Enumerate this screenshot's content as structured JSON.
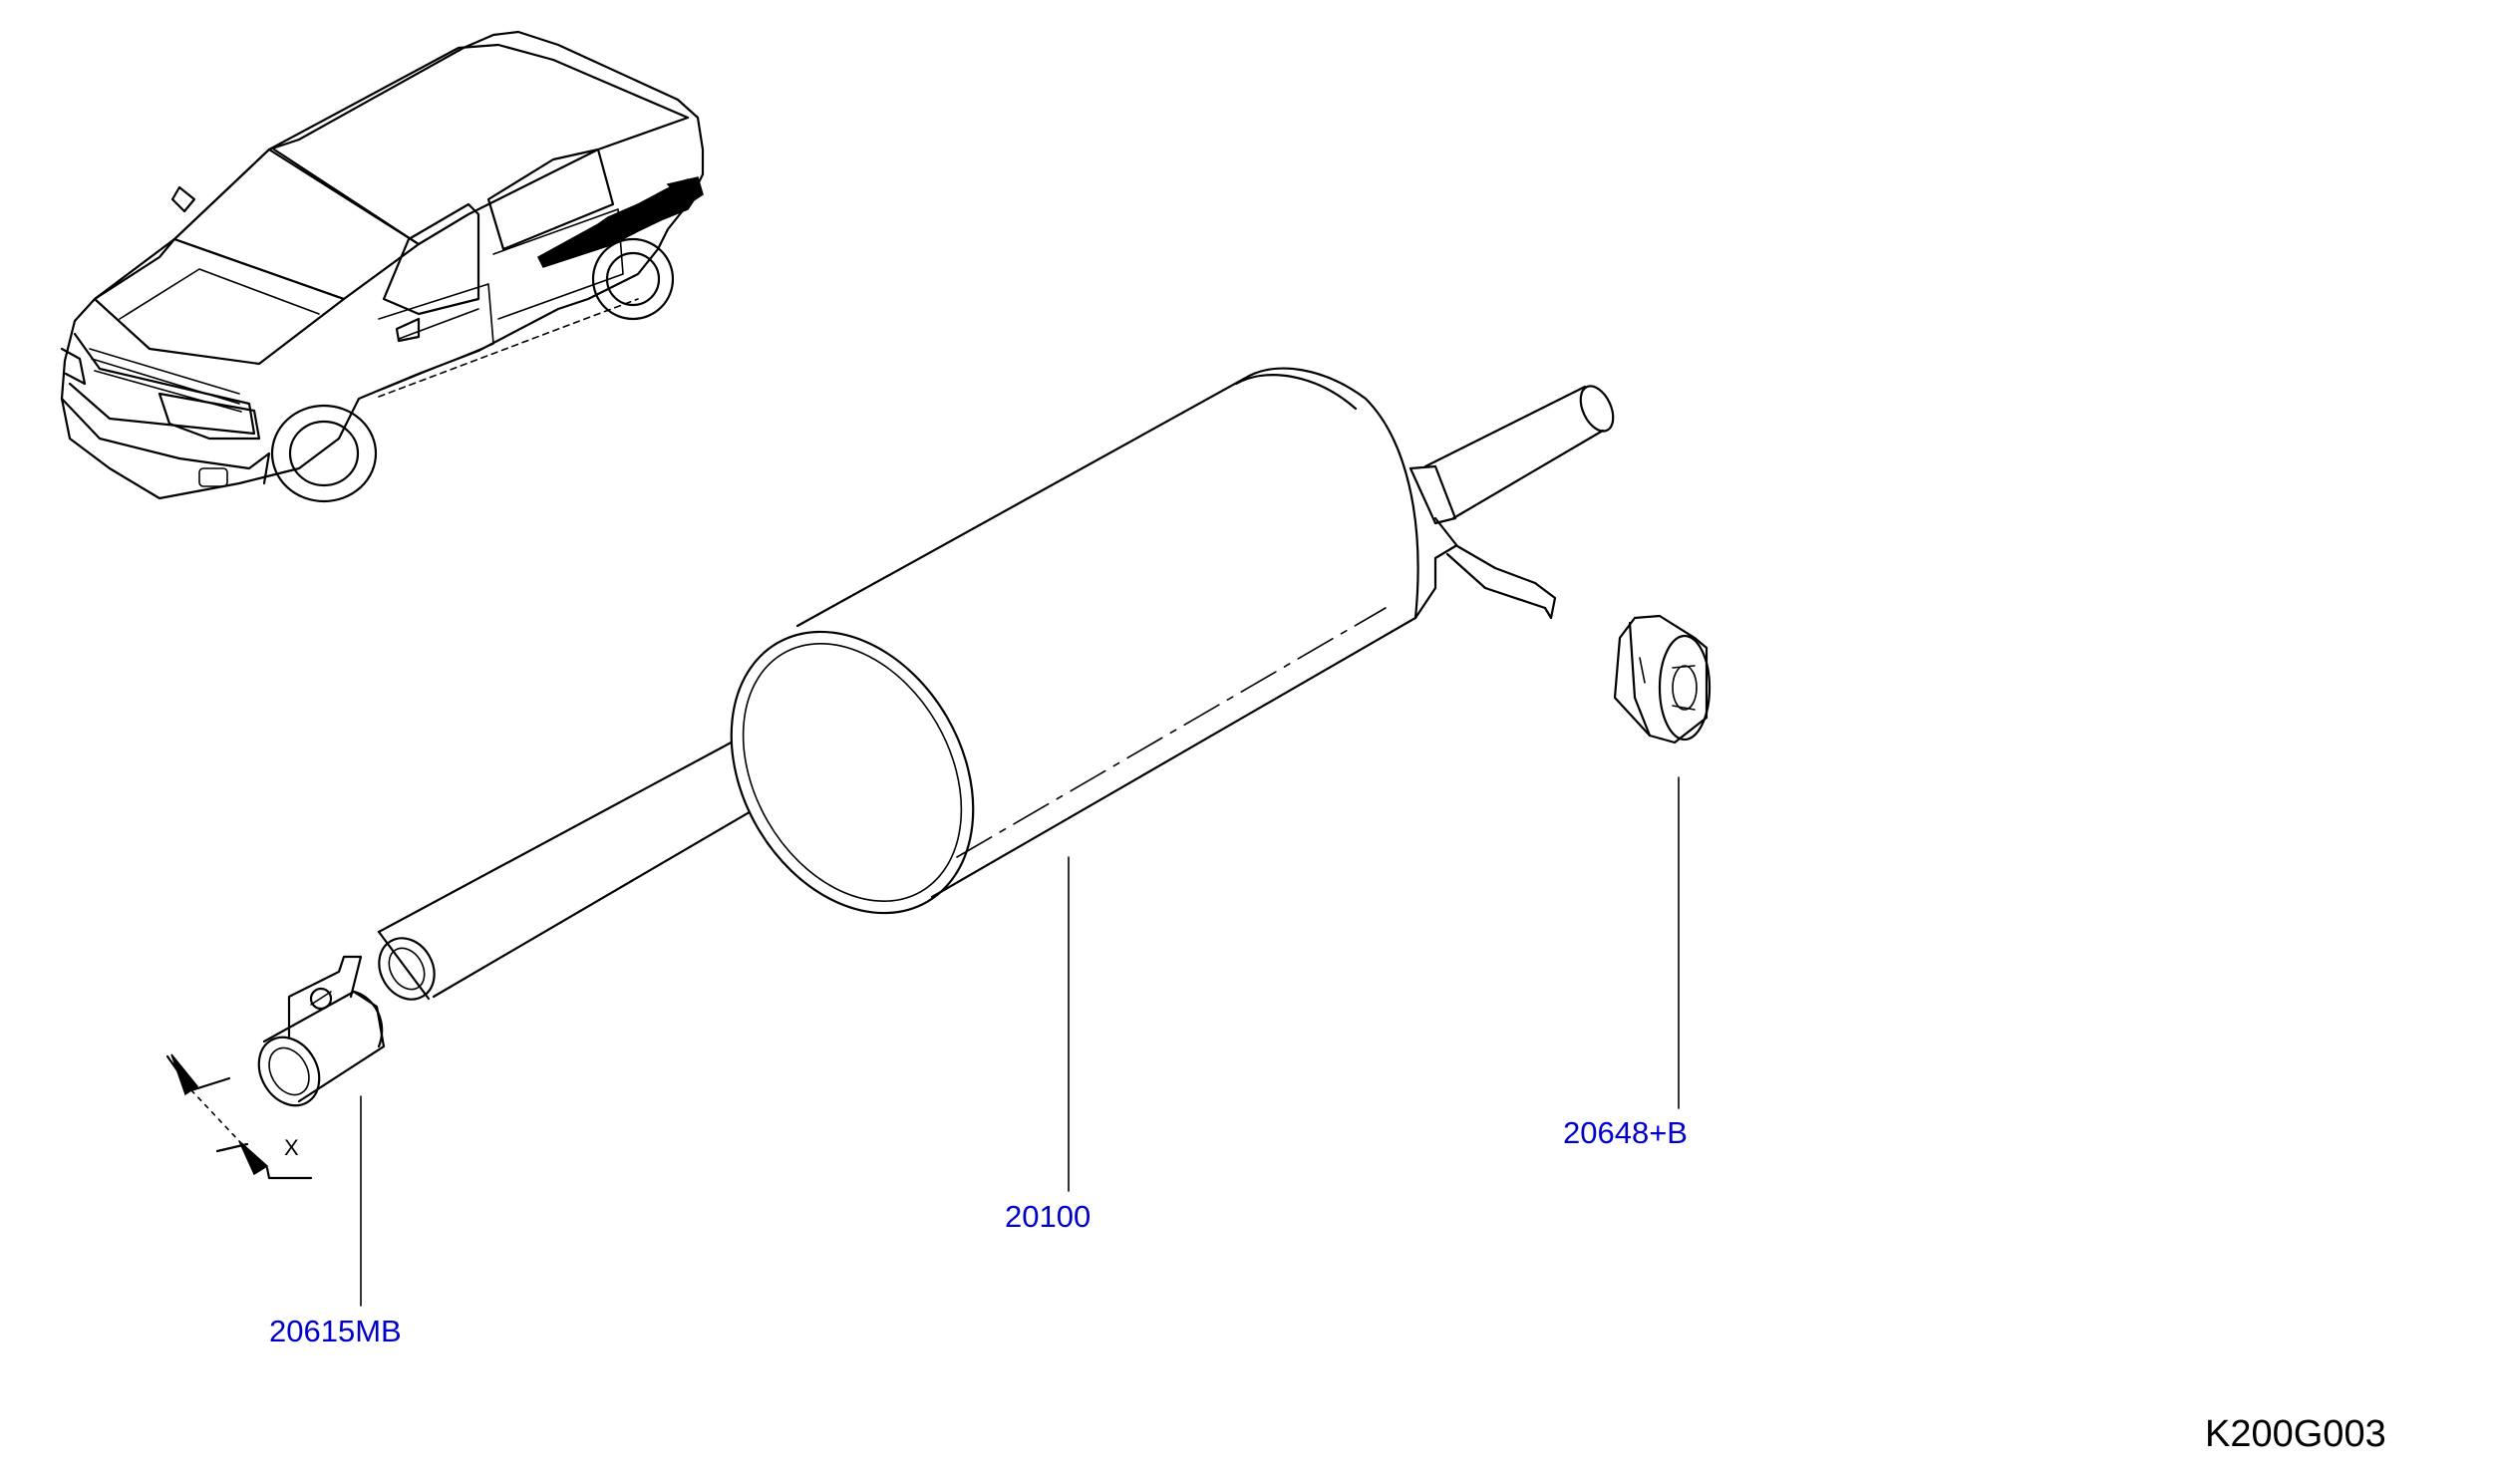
{
  "parts": {
    "clamp": {
      "label": "20615MB"
    },
    "muffler": {
      "label": "20100"
    },
    "mount": {
      "label": "20648+B"
    }
  },
  "dimension": {
    "label": "X"
  },
  "figure_code": "K200G003",
  "colors": {
    "line": "#000000",
    "callout": "#0000cc",
    "background": "#ffffff"
  }
}
